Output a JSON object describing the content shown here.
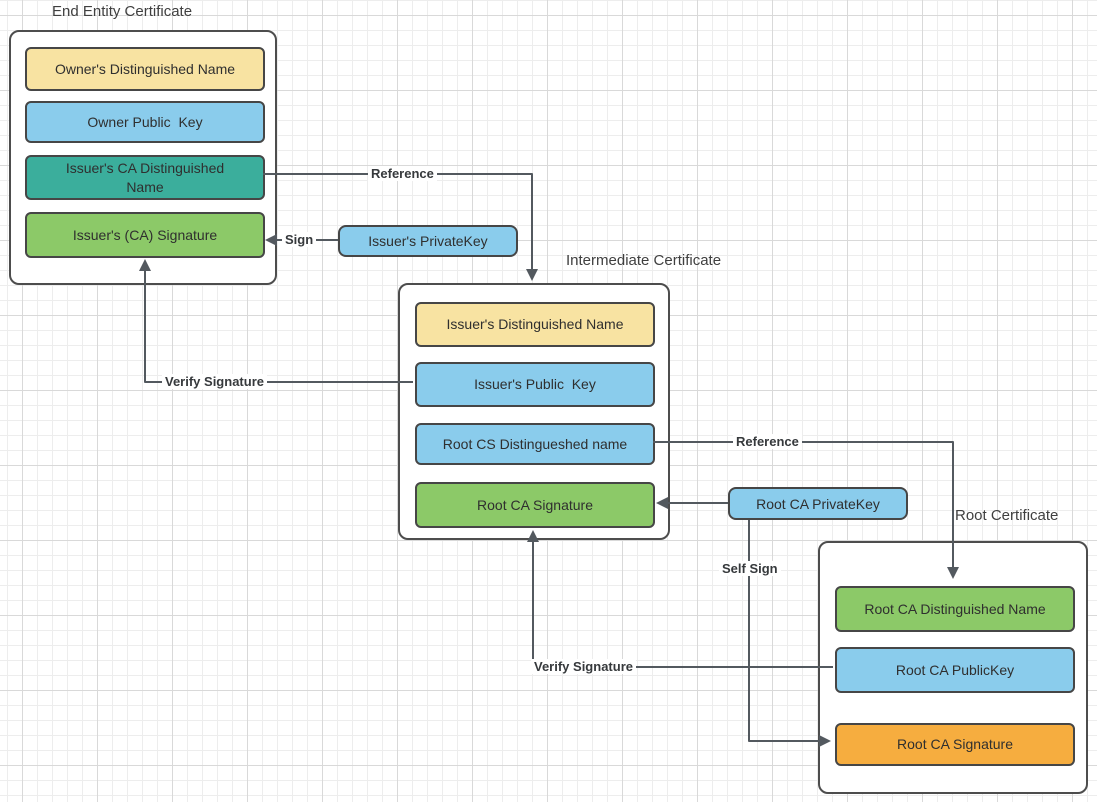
{
  "palette": {
    "yellow": "#F8E3A2",
    "blue": "#8ACCEC",
    "teal": "#3BAE9C",
    "green": "#8CC968",
    "orange": "#F6AD3F",
    "shape_border": "#464646",
    "line_color": "#53595f",
    "grid_minor": "#ededed",
    "grid_major": "#d9d9d9"
  },
  "certificates": {
    "end_entity": {
      "title": "End Entity Certificate",
      "fields": [
        {
          "label": "Owner's Distinguished Name",
          "color": "#F8E3A2"
        },
        {
          "label": "Owner Public  Key",
          "color": "#8ACCEC"
        },
        {
          "label": "Issuer's CA Distinguished\nName",
          "color": "#3BAE9C"
        },
        {
          "label": "Issuer's (CA) Signature",
          "color": "#8CC968"
        }
      ]
    },
    "intermediate": {
      "title": "Intermediate Certificate",
      "fields": [
        {
          "label": "Issuer's Distinguished Name",
          "color": "#F8E3A2"
        },
        {
          "label": "Issuer's Public  Key",
          "color": "#8ACCEC"
        },
        {
          "label": "Root CS Distingueshed name",
          "color": "#8ACCEC"
        },
        {
          "label": "Root CA Signature",
          "color": "#8CC968"
        }
      ]
    },
    "root": {
      "title": "Root Certificate",
      "fields": [
        {
          "label": "Root CA Distinguished Name",
          "color": "#8CC968"
        },
        {
          "label": "Root CA PublicKey",
          "color": "#8ACCEC"
        },
        {
          "label": "Root CA Signature",
          "color": "#F6AD3F"
        }
      ]
    }
  },
  "keys": {
    "issuer_private_key": {
      "label": "Issuer's PrivateKey",
      "color": "#8ACCEC"
    },
    "root_ca_private_key": {
      "label": "Root CA PrivateKey",
      "color": "#8ACCEC"
    }
  },
  "connectors": {
    "reference_top": {
      "label": "Reference",
      "from": "Issuer's CA Distinguished Name",
      "to": "Intermediate Certificate"
    },
    "sign": {
      "label": "Sign",
      "from": "Issuer's PrivateKey",
      "to": "Issuer's (CA) Signature"
    },
    "verify_signature_left": {
      "label": "Verify Signature",
      "from": "Issuer's Public  Key",
      "to": "Issuer's (CA) Signature"
    },
    "reference_bottom": {
      "label": "Reference",
      "from": "Root CS Distingueshed name",
      "to": "Root CA Distinguished Name"
    },
    "root_key_sign": {
      "label": "",
      "from": "Root CA PrivateKey",
      "to": "Root CA Signature"
    },
    "verify_signature_bottom": {
      "label": "Verify Signature",
      "from": "Root CA PublicKey",
      "to": "Root CA Signature"
    },
    "self_sign": {
      "label": "Self Sign",
      "from": "Root CA PrivateKey",
      "to": "Root CA Signature"
    }
  }
}
